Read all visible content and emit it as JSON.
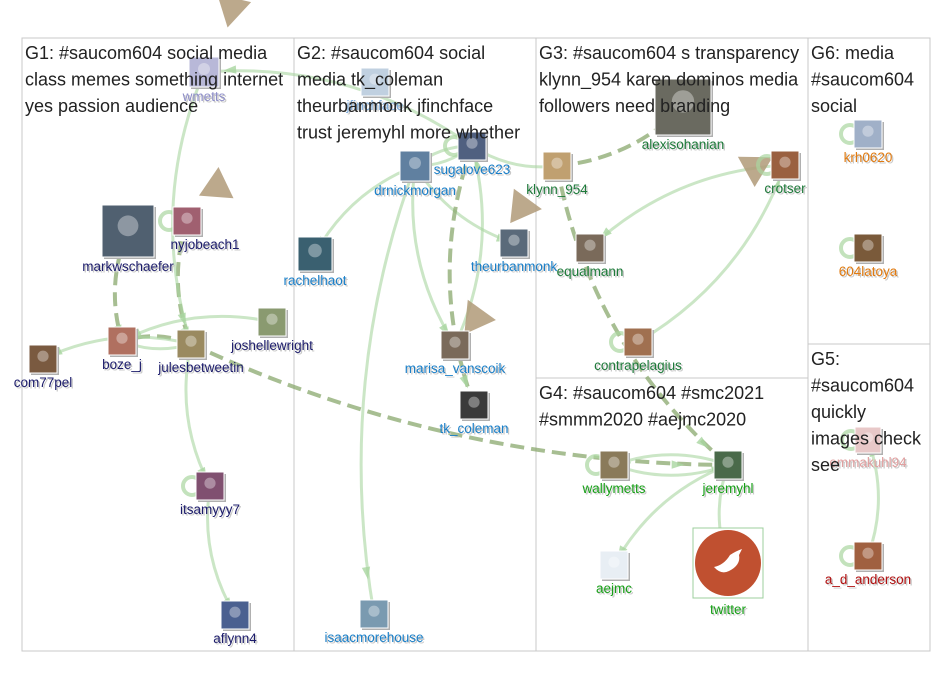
{
  "colors": {
    "edge": "#a9d6a0",
    "edge_dark": "#8aa86e",
    "arrow": "#b09a78",
    "box_border": "#c8c8c8",
    "text": "#222222"
  },
  "groups": [
    {
      "id": "G1",
      "lines": [
        "G1: #saucom604 social media",
        "class memes something internet",
        "yes passion audience"
      ]
    },
    {
      "id": "G2",
      "lines": [
        "G2: #saucom604 social",
        "media tk_coleman",
        "theurbanmonk jfinchface",
        "trust jeremyhl more whether"
      ]
    },
    {
      "id": "G3",
      "lines": [
        "G3: #saucom604 s transparency",
        "klynn_954 karen dominos media",
        "followers need branding"
      ]
    },
    {
      "id": "G6",
      "lines": [
        "G6: media",
        "#saucom604",
        "social"
      ]
    },
    {
      "id": "G5",
      "lines": [
        "G5:",
        "#saucom604",
        "quickly",
        "images check",
        "see"
      ]
    },
    {
      "id": "G4",
      "lines": [
        "G4: #saucom604 #smc2021",
        "#smmm2020 #aejmc2020"
      ]
    }
  ],
  "nodes": [
    {
      "id": "wmetts",
      "label": "wmetts",
      "color": "#8e8ec8",
      "avatar": "#b8b8d8"
    },
    {
      "id": "markwschaefer",
      "label": "markwschaefer",
      "color": "#1c1c6b",
      "avatar": "#506070"
    },
    {
      "id": "nyjobeach1",
      "label": "nyjobeach1",
      "color": "#1c1c6b",
      "avatar": "#a06070"
    },
    {
      "id": "joshellewright",
      "label": "joshellewright",
      "color": "#1c1c6b",
      "avatar": "#8a9a70"
    },
    {
      "id": "boze_j",
      "label": "boze_j",
      "color": "#1c1c6b",
      "avatar": "#b07060"
    },
    {
      "id": "julesbetweetin",
      "label": "julesbetweetin",
      "color": "#1c1c6b",
      "avatar": "#9a8a60"
    },
    {
      "id": "com77pel",
      "label": "com77pel",
      "color": "#1c1c6b",
      "avatar": "#7a5a40"
    },
    {
      "id": "itsamyyy7",
      "label": "itsamyyy7",
      "color": "#1c1c6b",
      "avatar": "#805070"
    },
    {
      "id": "aflynn4",
      "label": "aflynn4",
      "color": "#1c1c6b",
      "avatar": "#4a6090"
    },
    {
      "id": "jfinchface",
      "label": "jfinchface",
      "color": "#7aa8d8",
      "avatar": "#c0d0e0"
    },
    {
      "id": "sugalove623",
      "label": "sugalove623",
      "color": "#1a7fc8",
      "avatar": "#506080"
    },
    {
      "id": "drnickmorgan",
      "label": "drnickmorgan",
      "color": "#1a7fc8",
      "avatar": "#6080a0"
    },
    {
      "id": "rachelhaot",
      "label": "rachelhaot",
      "color": "#1a7fc8",
      "avatar": "#3a6070"
    },
    {
      "id": "theurbanmonk",
      "label": "theurbanmonk",
      "color": "#1a7fc8",
      "avatar": "#5a6a7a"
    },
    {
      "id": "marisa_vanscoik",
      "label": "marisa_vanscoik",
      "color": "#1a7fc8",
      "avatar": "#7a6a5a"
    },
    {
      "id": "tk_coleman",
      "label": "tk_coleman",
      "color": "#1a7fc8",
      "avatar": "#3a3a3a"
    },
    {
      "id": "isaacmorehouse",
      "label": "isaacmorehouse",
      "color": "#1a7fc8",
      "avatar": "#7a9ab0"
    },
    {
      "id": "alexisohanian",
      "label": "alexisohanian",
      "color": "#1e7a3a",
      "avatar": "#6a6a60"
    },
    {
      "id": "klynn_954",
      "label": "klynn_954",
      "color": "#1e7a3a",
      "avatar": "#c0a070"
    },
    {
      "id": "crotser",
      "label": "crotser",
      "color": "#1e7a3a",
      "avatar": "#9a6040"
    },
    {
      "id": "equalmann",
      "label": "equalmann",
      "color": "#1e7a3a",
      "avatar": "#7a6a5a"
    },
    {
      "id": "contrapelagius",
      "label": "contrapelagius",
      "color": "#1e7a3a",
      "avatar": "#a07050"
    },
    {
      "id": "krh0620",
      "label": "krh0620",
      "color": "#e07a10",
      "avatar": "#a0b0c8"
    },
    {
      "id": "604latoya",
      "label": "604latoya",
      "color": "#e07a10",
      "avatar": "#7a5a3a"
    },
    {
      "id": "emmakuhl94",
      "label": "emmakuhl94",
      "color": "#e0a0a0",
      "avatar": "#e8c8c8"
    },
    {
      "id": "a_d_anderson",
      "label": "a_d_anderson",
      "color": "#b01010",
      "avatar": "#a06040"
    },
    {
      "id": "wallymetts",
      "label": "wallymetts",
      "color": "#18a018",
      "avatar": "#8a7a5a"
    },
    {
      "id": "jeremyhl",
      "label": "jeremyhl",
      "color": "#18a018",
      "avatar": "#4a6a4a"
    },
    {
      "id": "aejmc",
      "label": "aejmc",
      "color": "#18a018",
      "avatar": "#e8eef4"
    },
    {
      "id": "twitter",
      "label": "twitter",
      "color": "#18a018",
      "avatar": "#c05030"
    }
  ],
  "edges": [
    {
      "from": "nyjobeach1",
      "to": "julesbetweetin",
      "style": "dashed"
    },
    {
      "from": "markwschaefer",
      "to": "boze_j",
      "style": "dashed"
    },
    {
      "from": "julesbetweetin",
      "to": "boze_j",
      "style": "dashed"
    },
    {
      "from": "julesbetweetin",
      "to": "com77pel",
      "style": "solid"
    },
    {
      "from": "boze_j",
      "to": "julesbetweetin",
      "style": "solid"
    },
    {
      "from": "julesbetweetin",
      "to": "itsamyyy7",
      "style": "solid"
    },
    {
      "from": "itsamyyy7",
      "to": "aflynn4",
      "style": "solid"
    },
    {
      "from": "julesbetweetin",
      "to": "jeremyhl",
      "style": "dashed"
    },
    {
      "from": "joshellewright",
      "to": "boze_j",
      "style": "solid"
    },
    {
      "from": "wmetts",
      "to": "julesbetweetin",
      "style": "solid"
    },
    {
      "from": "drnickmorgan",
      "to": "sugalove623",
      "style": "solid"
    },
    {
      "from": "sugalove623",
      "to": "drnickmorgan",
      "style": "solid"
    },
    {
      "from": "drnickmorgan",
      "to": "rachelhaot",
      "style": "solid"
    },
    {
      "from": "drnickmorgan",
      "to": "theurbanmonk",
      "style": "solid"
    },
    {
      "from": "sugalove623",
      "to": "tk_coleman",
      "style": "dashed"
    },
    {
      "from": "drnickmorgan",
      "to": "marisa_vanscoik",
      "style": "solid"
    },
    {
      "from": "drnickmorgan",
      "to": "isaacmorehouse",
      "style": "solid"
    },
    {
      "from": "sugalove623",
      "to": "klynn_954",
      "style": "solid"
    },
    {
      "from": "klynn_954",
      "to": "alexisohanian",
      "style": "dashed"
    },
    {
      "from": "klynn_954",
      "to": "jeremyhl",
      "style": "dashed"
    },
    {
      "from": "crotser",
      "to": "equalmann",
      "style": "solid"
    },
    {
      "from": "contrapelagius",
      "to": "crotser",
      "style": "solid"
    },
    {
      "from": "wallymetts",
      "to": "jeremyhl",
      "style": "solid"
    },
    {
      "from": "jeremyhl",
      "to": "wallymetts",
      "style": "solid"
    },
    {
      "from": "jeremyhl",
      "to": "twitter",
      "style": "solid"
    },
    {
      "from": "jeremyhl",
      "to": "aejmc",
      "style": "solid"
    },
    {
      "from": "a_d_anderson",
      "to": "emmakuhl94",
      "style": "solid"
    },
    {
      "from": "sugalove623",
      "to": "wmetts",
      "style": "solid"
    },
    {
      "from": "marisa_vanscoik",
      "to": "sugalove623",
      "style": "solid"
    }
  ]
}
